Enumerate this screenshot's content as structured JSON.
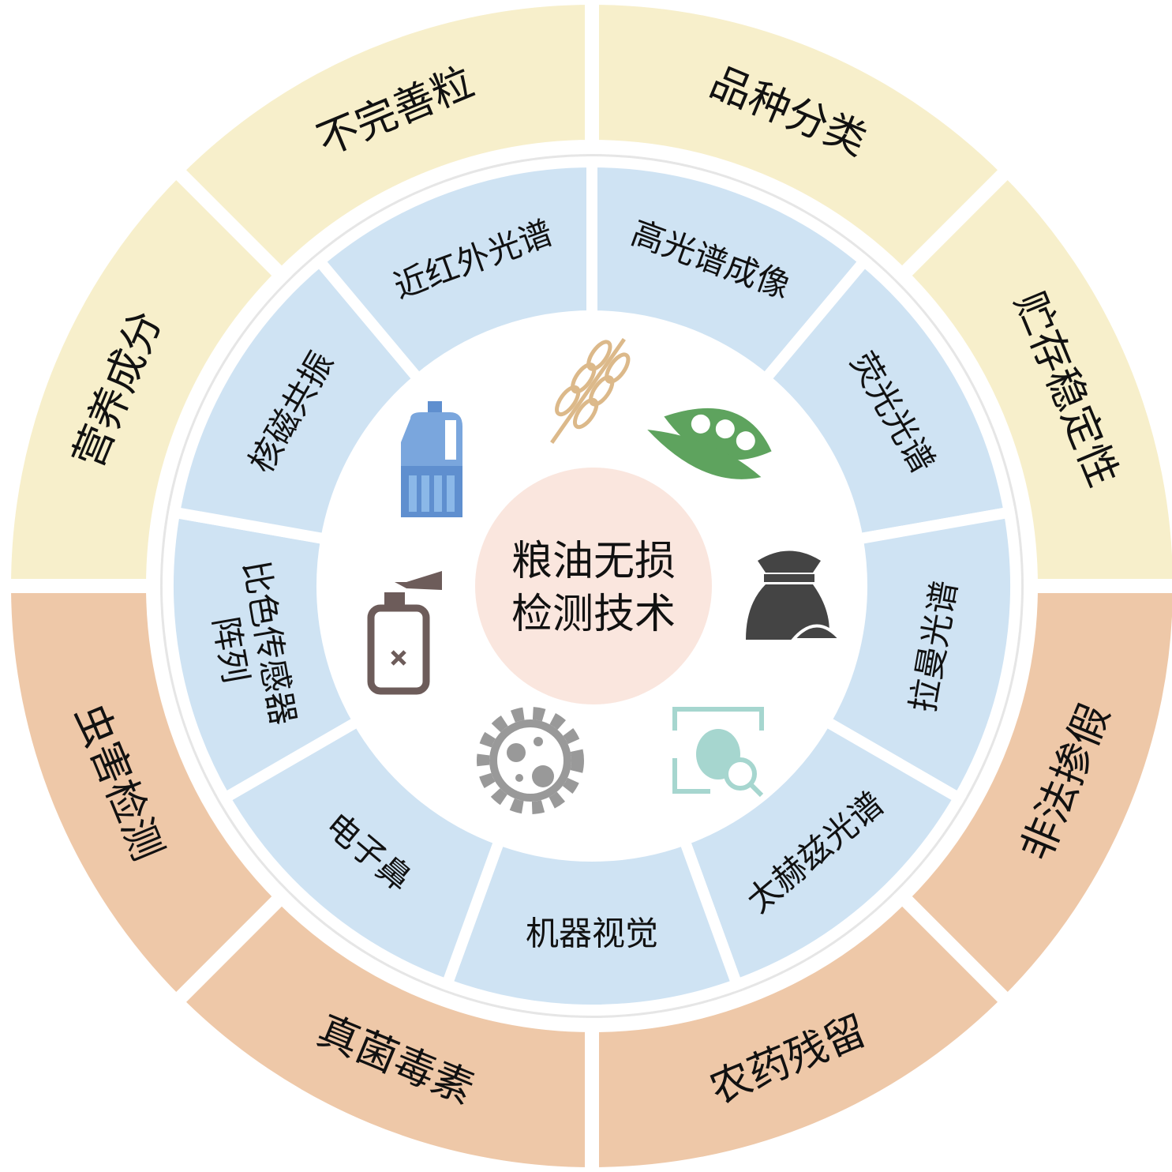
{
  "center": {
    "lines": [
      "粮油无损",
      "检测技术"
    ]
  },
  "outer_ring": [
    {
      "label": "品种分类",
      "group": "quality"
    },
    {
      "label": "贮存稳定性",
      "group": "quality"
    },
    {
      "label": "非法掺假",
      "group": "safety"
    },
    {
      "label": "农药残留",
      "group": "safety"
    },
    {
      "label": "真菌毒素",
      "group": "safety"
    },
    {
      "label": "虫害检测",
      "group": "safety"
    },
    {
      "label": "营养成分",
      "group": "quality"
    },
    {
      "label": "不完善粒",
      "group": "quality"
    }
  ],
  "middle_ring": [
    {
      "lines": [
        "高光谱成像"
      ]
    },
    {
      "lines": [
        "荧光光谱"
      ]
    },
    {
      "lines": [
        "拉曼光谱"
      ]
    },
    {
      "lines": [
        "太赫兹光谱"
      ]
    },
    {
      "lines": [
        "机器视觉"
      ]
    },
    {
      "lines": [
        "电子鼻"
      ]
    },
    {
      "lines": [
        "比色传感器",
        "阵列"
      ]
    },
    {
      "lines": [
        "核磁共振"
      ]
    },
    {
      "lines": [
        "近红外光谱"
      ]
    }
  ],
  "icons": [
    "wheat-icon",
    "soybean-icon",
    "flour-sack-icon",
    "bug-scan-icon",
    "microbe-icon",
    "spray-bottle-icon",
    "oil-bottle-icon"
  ],
  "colors": {
    "quality": "#f7efcb",
    "safety": "#eec8a8",
    "middle": "#cfe3f3",
    "band": "#e6e6e6",
    "center": "#fae6de"
  }
}
